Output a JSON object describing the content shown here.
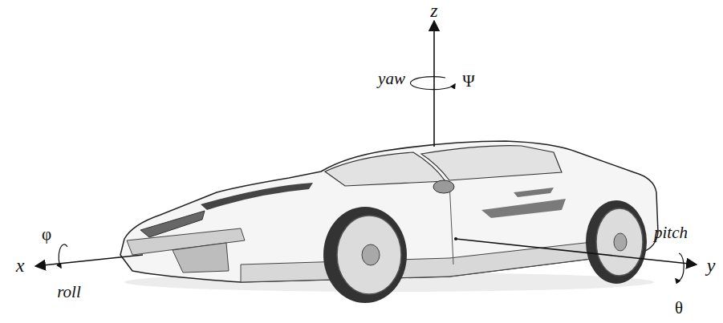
{
  "diagram": {
    "labels": [
      "z",
      "yaw",
      "Ψ",
      "φ",
      "x",
      "roll",
      "pitch",
      "y",
      "θ"
    ]
  }
}
